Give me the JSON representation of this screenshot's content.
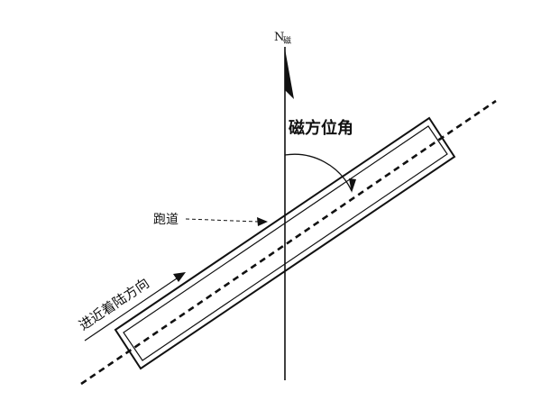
{
  "diagram": {
    "north_label": "N",
    "north_sub": "磁",
    "angle_label": "磁方位角",
    "runway_label": "跑道",
    "approach_label": "进近着陆方向"
  }
}
